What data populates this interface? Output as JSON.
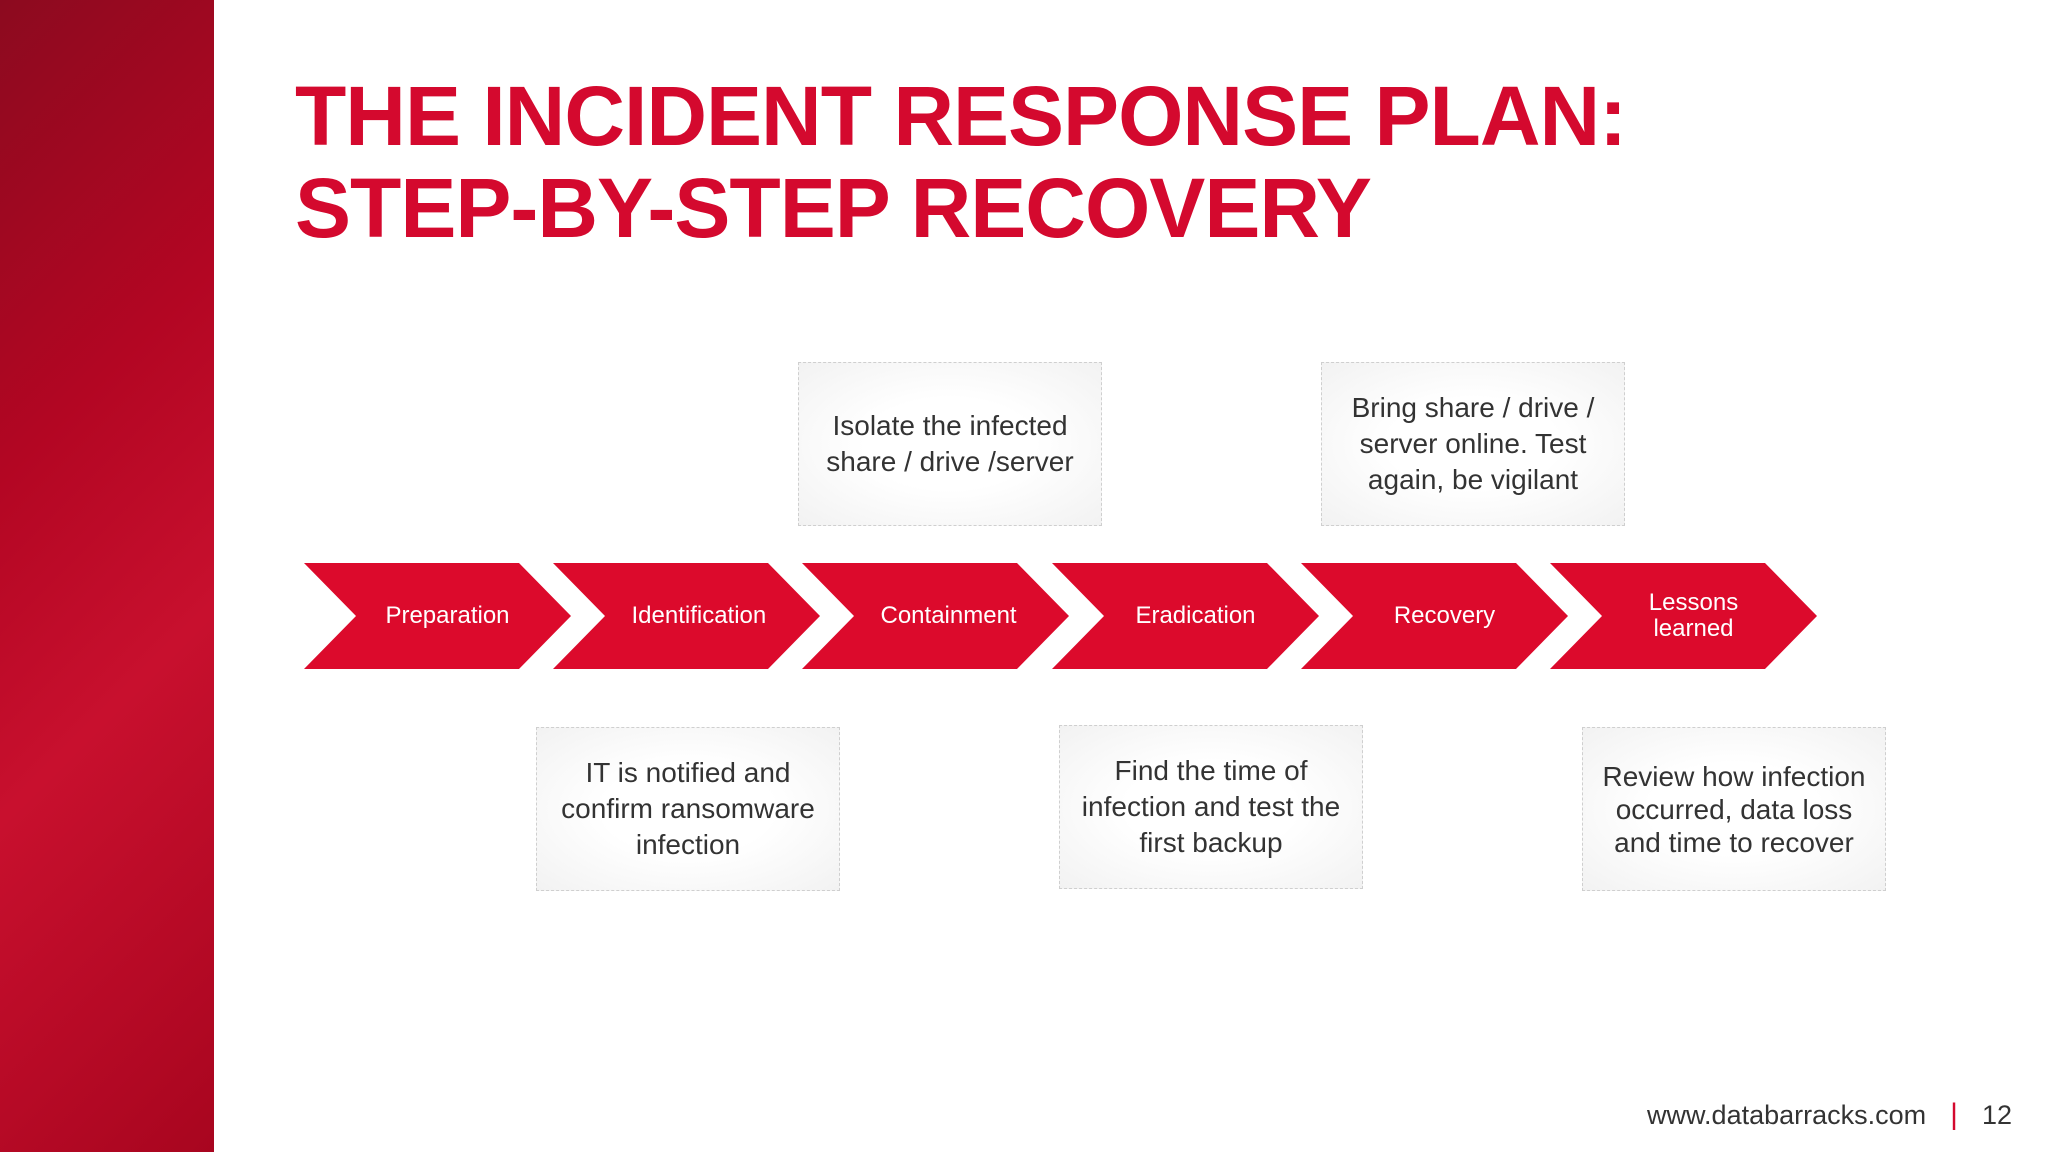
{
  "title": {
    "line1": "THE INCIDENT RESPONSE PLAN:",
    "line2": "STEP-BY-STEP RECOVERY"
  },
  "steps": [
    {
      "label": "Preparation"
    },
    {
      "label": "Identification"
    },
    {
      "label": "Containment"
    },
    {
      "label": "Eradication"
    },
    {
      "label": "Recovery"
    },
    {
      "label": "Lessons learned"
    }
  ],
  "notes": {
    "identification": "IT is notified and confirm ransomware infection",
    "containment": "Isolate the infected share / drive /server",
    "eradication": "Find the time of infection and test the first backup",
    "recovery": "Bring share / drive / server online. Test again, be vigilant",
    "lessons": "Review how infection occurred, data loss and time to recover"
  },
  "footer": {
    "url": "www.databarracks.com",
    "separator": "|",
    "page_number": "12"
  },
  "colors": {
    "accent": "#d4092e",
    "chevron": "#dc0a2c",
    "sidebar": "#b30623"
  }
}
